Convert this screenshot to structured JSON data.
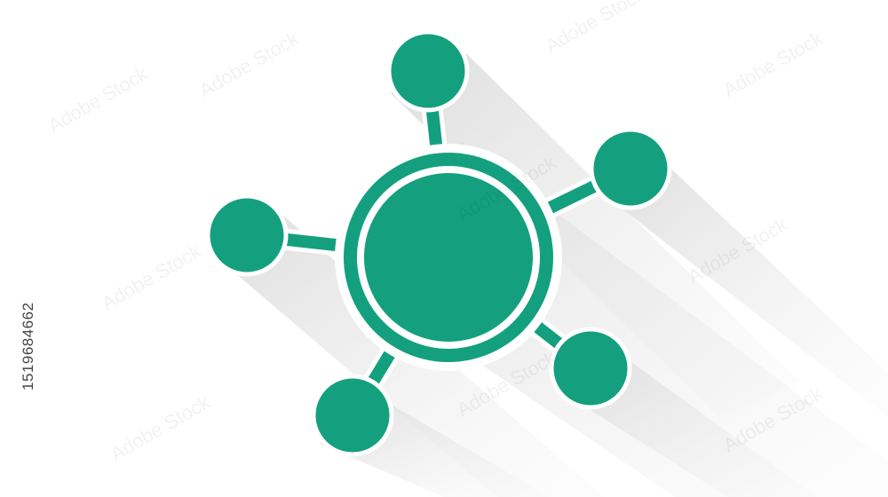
{
  "stock_id": "1519684662",
  "watermark_text": "Adobe Stock",
  "colors": {
    "background": "#ffffff",
    "node_fill": "#14a07f",
    "node_outline": "#ffffff",
    "shadow": "#e6e6e6",
    "id_text": "#444444"
  },
  "icon": {
    "name": "network-hub-icon",
    "satellite_count": 5
  }
}
